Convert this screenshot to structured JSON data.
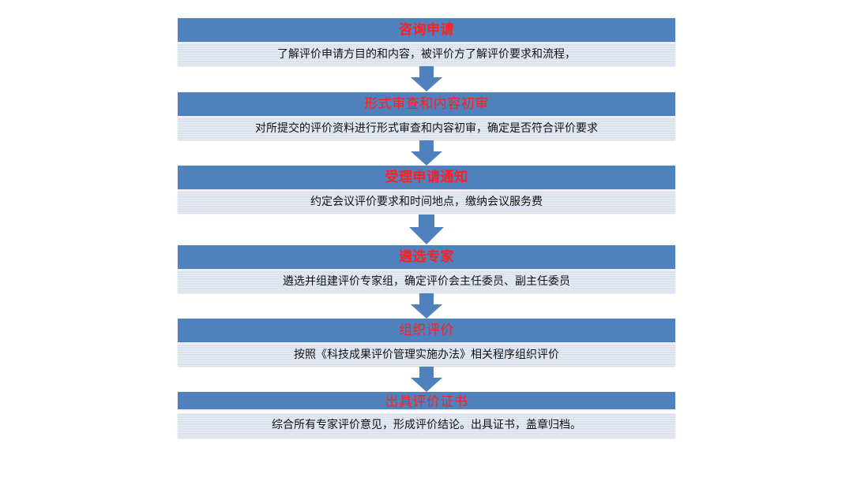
{
  "colors": {
    "title_bg": "#4f81bd",
    "title_text": "#ff1f1f",
    "desc_bg": "#dbe2ee",
    "arrow": "#4f81bd"
  },
  "steps": [
    {
      "title": "咨询申请",
      "desc": "了解评价申请方目的和内容，被评价方了解评价要求和流程，"
    },
    {
      "title": "形式审查和内容初审",
      "desc": "对所提交的评价资料进行形式审查和内容初审，确定是否符合评价要求"
    },
    {
      "title": "受理申请通知",
      "desc": "约定会议评价要求和时间地点，缴纳会议服务费"
    },
    {
      "title": "遴选专家",
      "desc": "遴选并组建评价专家组，确定评价会主任委员、副主任委员"
    },
    {
      "title": "组织评价",
      "desc": "按照《科技成果评价管理实施办法》相关程序组织评价"
    },
    {
      "title": "出具评价证书",
      "desc": "综合所有专家评价意见，形成评价结论。出具证书，盖章归档。"
    }
  ]
}
